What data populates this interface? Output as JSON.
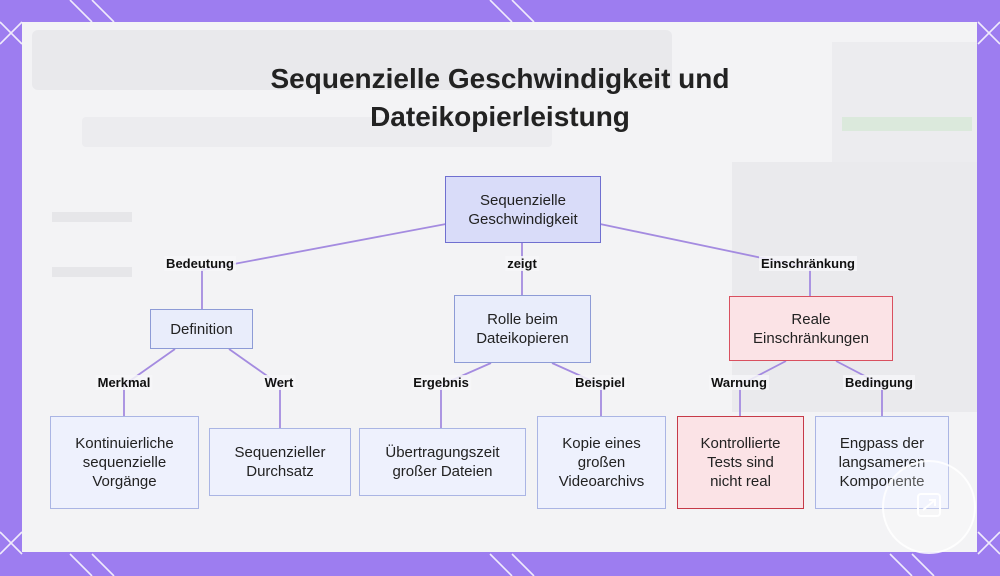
{
  "title": {
    "line1": "Sequenzielle Geschwindigkeit und",
    "line2": "Dateikopierleistung"
  },
  "nodes": {
    "root": "Sequenzielle Geschwindigkeit",
    "definition": "Definition",
    "role": "Rolle beim Dateikopieren",
    "limits": "Reale Einschränkungen",
    "continuous": "Kontinuierliche sequenzielle Vorgänge",
    "throughput": "Sequenzieller Durchsatz",
    "transfer_time": "Übertragungszeit großer Dateien",
    "copy_video": "Kopie eines großen Videoarchivs",
    "controlled_tests": "Kontrollierte Tests sind nicht real",
    "bottleneck": "Engpass der langsameren Komponente"
  },
  "edges": {
    "meaning": "Bedeutung",
    "shows": "zeigt",
    "limitation": "Einschränkung",
    "feature": "Merkmal",
    "value": "Wert",
    "result": "Ergebnis",
    "example": "Beispiel",
    "warning": "Warnung",
    "condition": "Bedingung"
  },
  "colors": {
    "frame": "#9d7df0",
    "edge_line": "#a48be0",
    "root_fill": "#d9dcf9",
    "warning_fill": "#fbe3e6",
    "warning_border": "#d9505f"
  },
  "logo": {
    "icon": "brand-logo-icon"
  }
}
